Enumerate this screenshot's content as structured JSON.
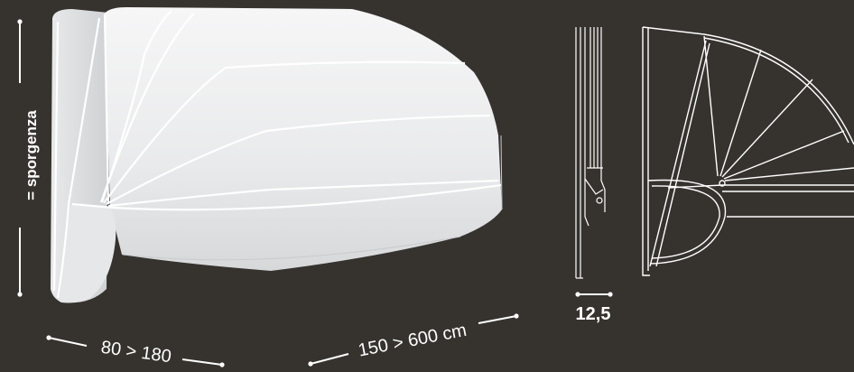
{
  "labels": {
    "height": "= sporgenza",
    "depth": "80 > 180",
    "width": "150 > 600 cm",
    "profile": "12,5"
  },
  "colors": {
    "background": "#36332f",
    "canopy": "#f2f3f4",
    "canopy_shade": "#d9dbdd",
    "line": "#ffffff",
    "text": "#ffffff"
  }
}
